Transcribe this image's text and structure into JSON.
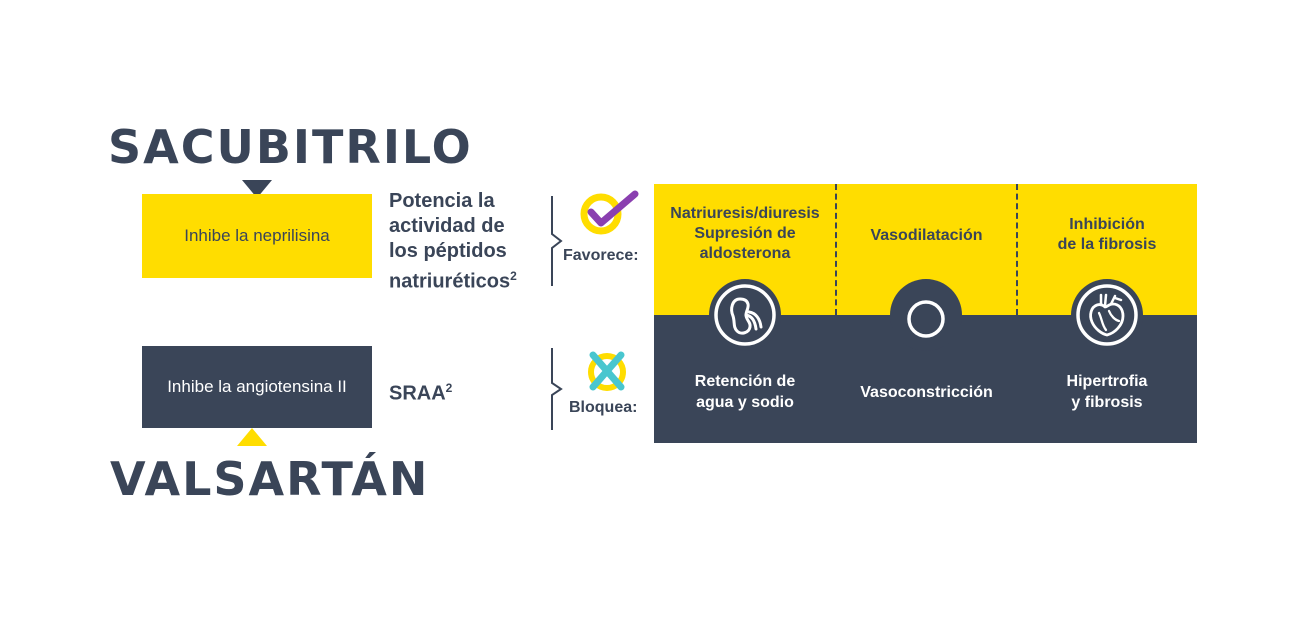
{
  "sacubitrilo": {
    "title": "SACUBITRILO",
    "action": "Inhibe la neprilisina",
    "effect_lines": [
      "Potencia la",
      "actividad de",
      "los péptidos",
      "natriuréticos"
    ],
    "effect_sup": "2"
  },
  "valsartan": {
    "title": "VALSARTÁN",
    "action": "Inhibe la angiotensina II",
    "effect": "SRAA",
    "effect_sup": "2"
  },
  "favorece": {
    "label": "Favorece:",
    "icon": "check-icon",
    "cells": [
      [
        "Natriuresis/diuresis",
        "Supresión de",
        "aldosterona"
      ],
      [
        "Vasodilatación"
      ],
      [
        "Inhibición",
        "de la fibrosis"
      ]
    ]
  },
  "bloquea": {
    "label": "Bloquea:",
    "icon": "cross-icon",
    "cells": [
      [
        "Retención de",
        "agua y sodio"
      ],
      [
        "Vasoconstricción"
      ],
      [
        "Hipertrofia",
        "y fibrosis"
      ]
    ]
  },
  "organ_icons": [
    "kidney-icon",
    "vessel-icon",
    "heart-icon"
  ],
  "colors": {
    "yellow": "#ffdd00",
    "dark": "#3a4558",
    "purple": "#8a3fb0",
    "teal": "#49c6cf"
  }
}
